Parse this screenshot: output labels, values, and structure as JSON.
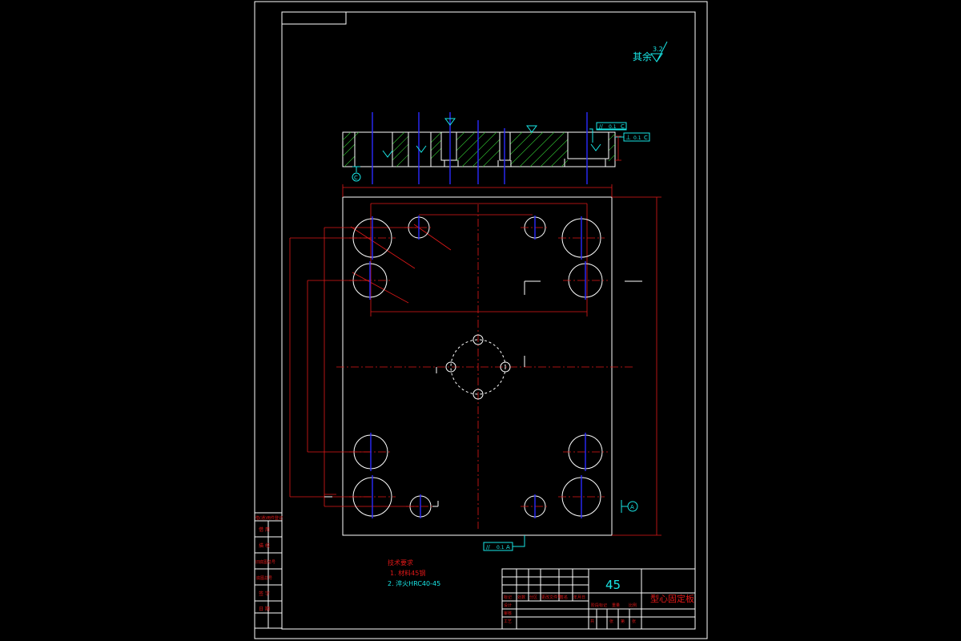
{
  "drawing": {
    "material": "45",
    "part_name": "型心固定板",
    "roughness_note": "其余",
    "roughness_value": "3.2",
    "tech_title": "技术要求",
    "tech_items": [
      "1. 材料45钢",
      "2. 淬火HRC40-45"
    ],
    "datum_a": "A",
    "datum_c": "C",
    "tol_bottom": [
      "//",
      "0.1",
      "A"
    ],
    "tol_side_1": [
      "//",
      "0.1",
      "C"
    ],
    "tol_side_2": [
      "⊥",
      "0.1",
      "C"
    ],
    "stamp_rows": [
      "借(通)用件登记",
      "借 用",
      "描 校",
      "旧底图总号",
      "底图总号",
      "签 字",
      "日 期"
    ],
    "title_block_labels": [
      "标记",
      "处数",
      "分区",
      "更改文件号",
      "签名",
      "年月日",
      "设计",
      "审核",
      "工艺",
      "阶段标记",
      "重量",
      "比例",
      "共",
      "张",
      "第",
      "张"
    ]
  },
  "colors": {
    "background": "#000000",
    "outline": "#ffffff",
    "dimension": "#e01818",
    "centerline": "#2a2aff",
    "annotation": "#19e6e6",
    "hatch": "#31c431"
  }
}
